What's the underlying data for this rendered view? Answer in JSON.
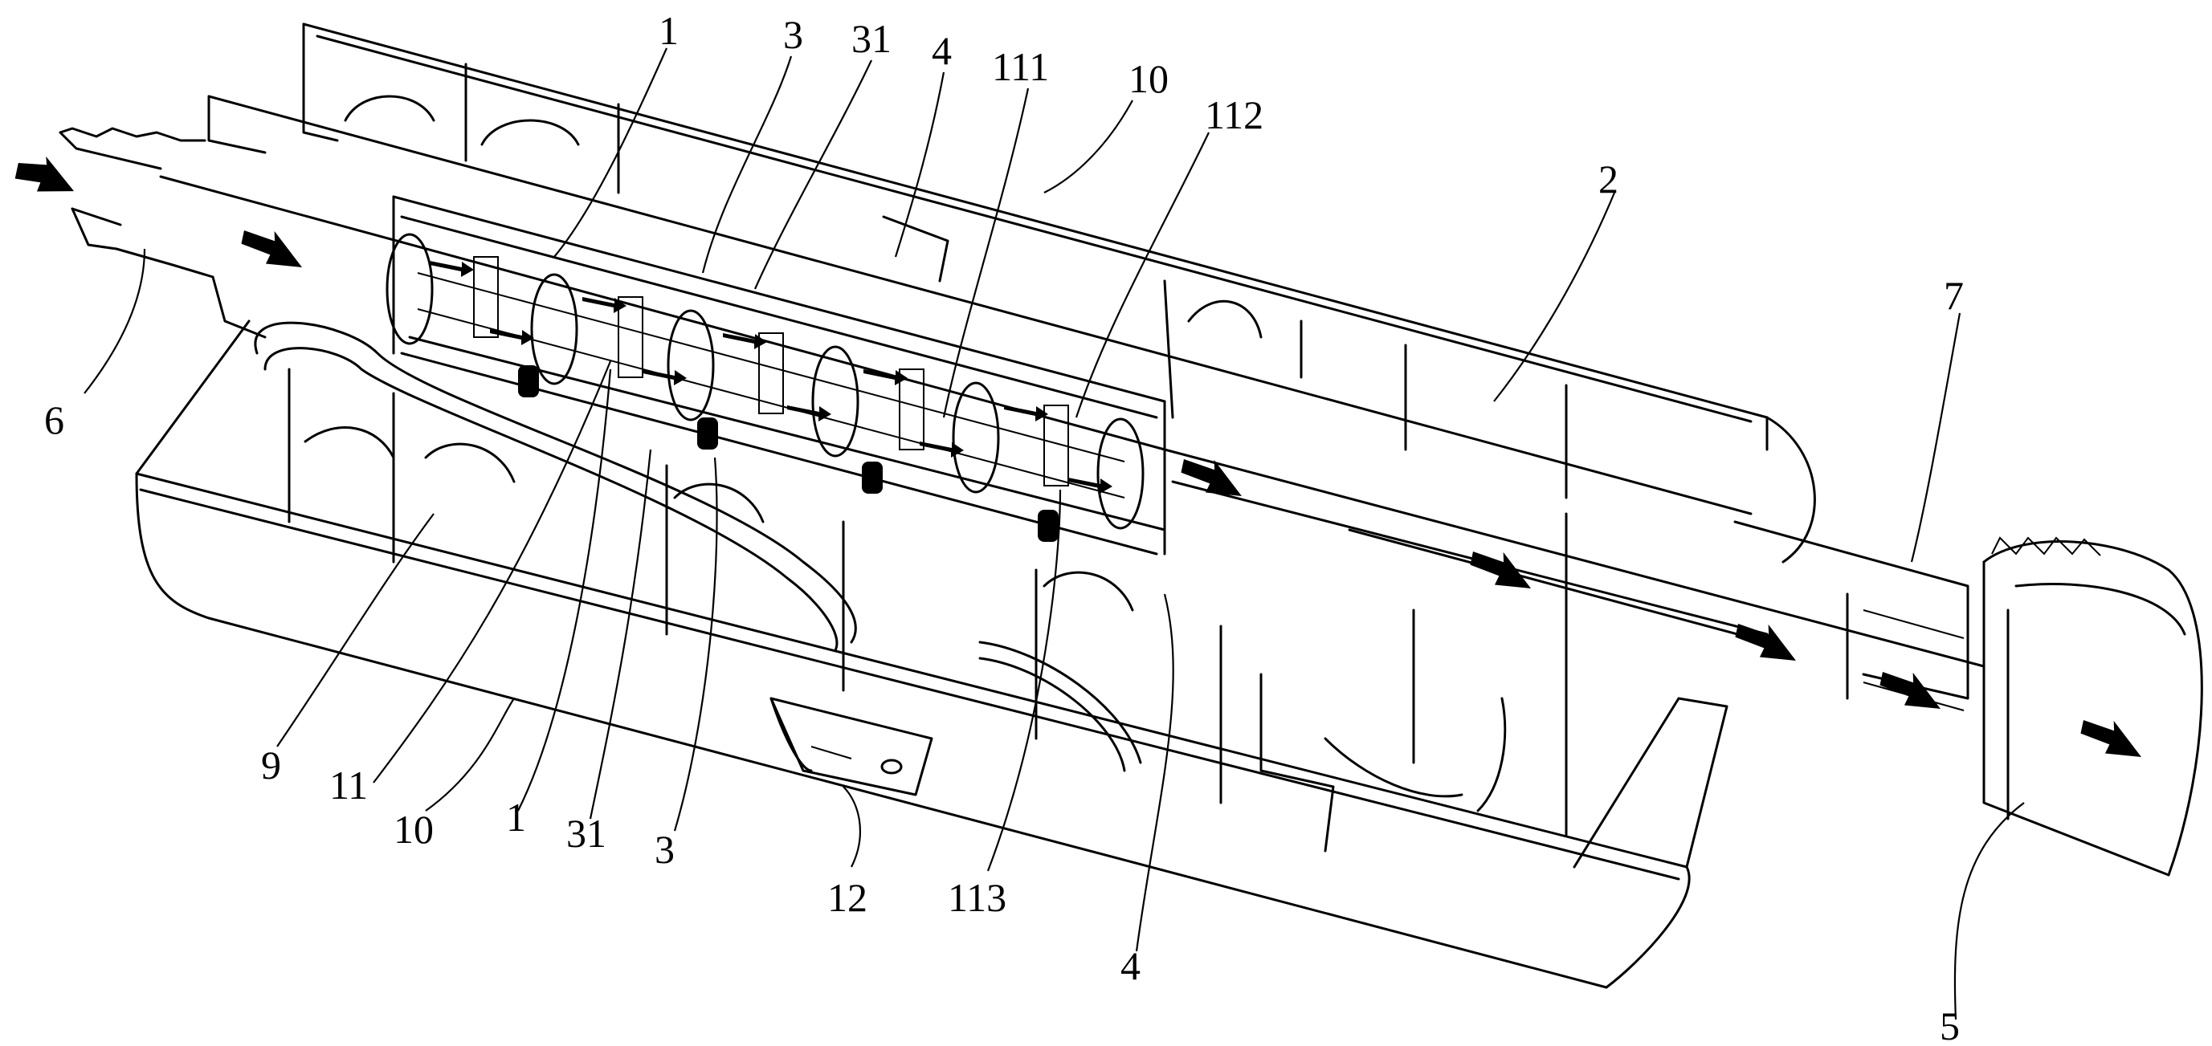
{
  "figure": {
    "labels": {
      "l1_top": "1",
      "l3_top": "3",
      "l31_top": "31",
      "l4_top": "4",
      "l111": "111",
      "l10_top": "10",
      "l112": "112",
      "l2": "2",
      "l7": "7",
      "l6": "6",
      "l9": "9",
      "l11": "11",
      "l10_bottom": "10",
      "l1_bottom": "1",
      "l31_bottom": "31",
      "l3_bottom": "3",
      "l12": "12",
      "l113": "113",
      "l4_bottom": "4",
      "l5": "5"
    }
  }
}
